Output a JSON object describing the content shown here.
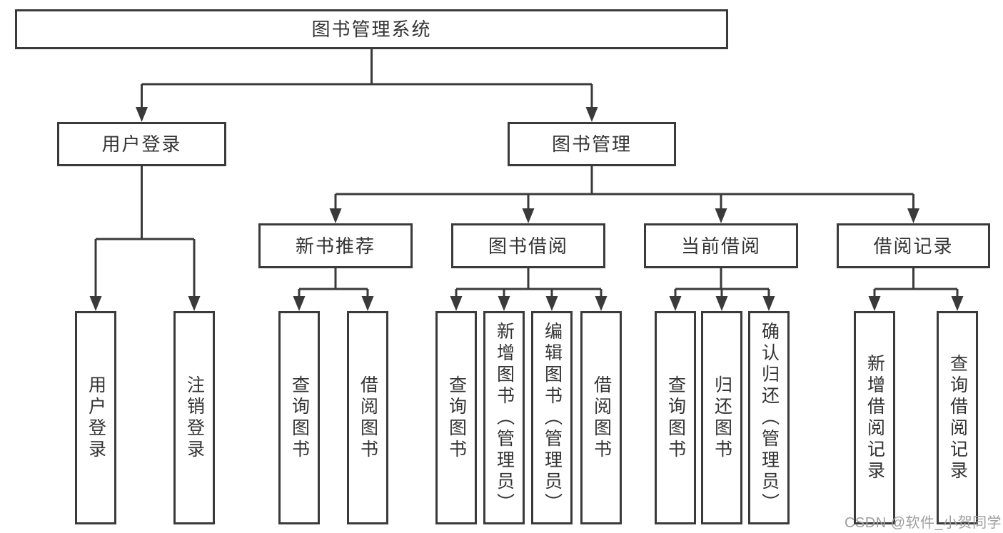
{
  "root": {
    "label": "图书管理系统"
  },
  "branches": [
    {
      "label": "用户登录",
      "leaves": [
        "用户登录",
        "注销登录"
      ]
    },
    {
      "label": "图书管理",
      "groups": [
        {
          "label": "新书推荐",
          "leaves": [
            "查询图书",
            "借阅图书"
          ]
        },
        {
          "label": "图书借阅",
          "leaves": [
            "查询图书",
            "新增图书（管理员）",
            "编辑图书（管理员）",
            "借阅图书"
          ]
        },
        {
          "label": "当前借阅",
          "leaves": [
            "查询图书",
            "归还图书",
            "确认归还（管理员）"
          ]
        },
        {
          "label": "借阅记录",
          "leaves": [
            "新增借阅记录",
            "查询借阅记录"
          ]
        }
      ]
    }
  ],
  "watermark": "CSDN @软件_小贺同学",
  "colors": {
    "line": "#3a3a3a",
    "text": "#333333",
    "background": "#ffffff",
    "watermark": "#9e9e9e"
  }
}
